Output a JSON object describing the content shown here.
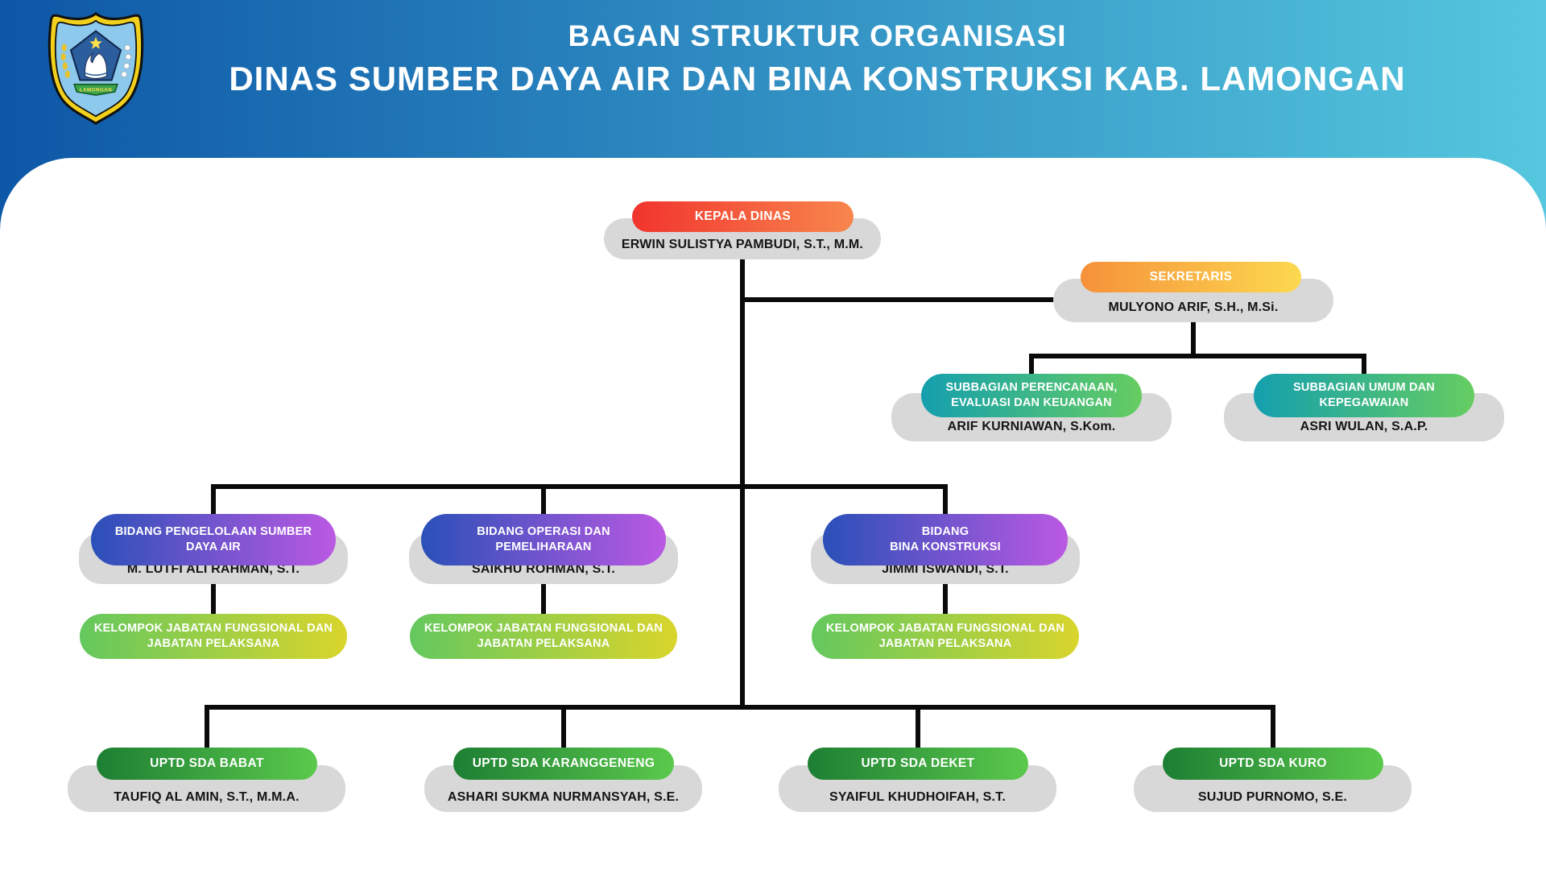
{
  "header": {
    "title_line1": "BAGAN STRUKTUR ORGANISASI",
    "title_line2": "DINAS SUMBER DAYA AIR DAN BINA KONSTRUKSI KAB. LAMONGAN",
    "logo": {
      "banner_text": "LAMONGAN"
    }
  },
  "colors": {
    "header_band": [
      "#0d57a7",
      "#55c7de"
    ],
    "grad_kepala": [
      "#f1342e",
      "#f8864d"
    ],
    "grad_sekretaris": [
      "#f6913a",
      "#fcd94f"
    ],
    "grad_subbagian": [
      "#149fae",
      "#66cd61"
    ],
    "grad_bidang": [
      "#2a50b8",
      "#bb59e3"
    ],
    "grad_kelompok": [
      "#64c85e",
      "#d9d52c"
    ],
    "grad_uptd": [
      "#1d7f33",
      "#5bc94c"
    ],
    "card_bg": "#d8d8d8",
    "connector": "#0a0a0a"
  },
  "nodes": {
    "kepala": {
      "title_lines": [
        "KEPALA DINAS"
      ],
      "name": "ERWIN SULISTYA PAMBUDI, S.T., M.M."
    },
    "sekretaris": {
      "title_lines": [
        "SEKRETARIS"
      ],
      "name": "MULYONO ARIF, S.H., M.Si."
    },
    "subbag_perencanaan": {
      "title_lines": [
        "SUBBAGIAN PERENCANAAN,",
        "EVALUASI DAN KEUANGAN"
      ],
      "name": "ARIF KURNIAWAN, S.Kom."
    },
    "subbag_umum": {
      "title_lines": [
        "SUBBAGIAN UMUM DAN",
        "KEPEGAWAIAN"
      ],
      "name": "ASRI WULAN, S.A.P."
    },
    "bidang_psda": {
      "title_lines": [
        "BIDANG PENGELOLAAN SUMBER",
        "DAYA AIR"
      ],
      "name": "M. LUTFI ALI RAHMAN, S.T."
    },
    "bidang_op": {
      "title_lines": [
        "BIDANG OPERASI DAN",
        "PEMELIHARAAN"
      ],
      "name": "SAIKHU ROHMAN, S.T."
    },
    "bidang_bina": {
      "title_lines": [
        "BIDANG",
        "BINA KONSTRUKSI"
      ],
      "name": "JIMMI ISWANDI, S.T."
    },
    "kelompok": {
      "title_lines": [
        "KELOMPOK JABATAN FUNGSIONAL DAN",
        "JABATAN PELAKSANA"
      ]
    },
    "uptd_babat": {
      "title_lines": [
        "UPTD SDA BABAT"
      ],
      "name": "TAUFIQ AL AMIN, S.T., M.M.A."
    },
    "uptd_karanggeneng": {
      "title_lines": [
        "UPTD SDA KARANGGENENG"
      ],
      "name": "ASHARI SUKMA NURMANSYAH, S.E."
    },
    "uptd_deket": {
      "title_lines": [
        "UPTD SDA DEKET"
      ],
      "name": "SYAIFUL KHUDHOIFAH, S.T."
    },
    "uptd_kuro": {
      "title_lines": [
        "UPTD SDA KURO"
      ],
      "name": "SUJUD PURNOMO, S.E."
    }
  }
}
